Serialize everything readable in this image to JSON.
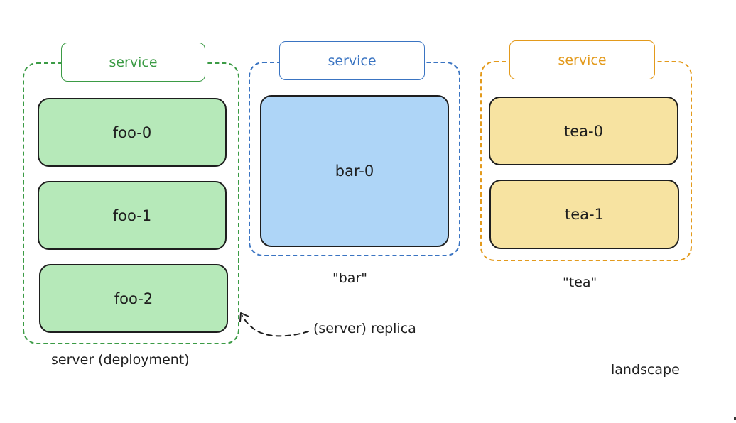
{
  "colors": {
    "server_stroke": "#3b9b45",
    "server_fill": "#b6e9b9",
    "bar_stroke": "#3a74c2",
    "bar_fill": "#aed5f7",
    "tea_stroke": "#e39a1c",
    "tea_fill": "#f7e3a1",
    "node_stroke": "#1e1e1e",
    "text": "#1e1e1e"
  },
  "groups": {
    "server": {
      "service_label": "service",
      "pods": [
        "foo-0",
        "foo-1",
        "foo-2"
      ],
      "caption": "server (deployment)"
    },
    "bar": {
      "service_label": "service",
      "pods": [
        "bar-0"
      ],
      "caption": "\"bar\""
    },
    "tea": {
      "service_label": "service",
      "pods": [
        "tea-0",
        "tea-1"
      ],
      "caption": "\"tea\""
    }
  },
  "annotation": {
    "replica_label": "(server) replica",
    "arrow_icon": "dashed-curved-arrow"
  },
  "landscape_label": "landscape"
}
